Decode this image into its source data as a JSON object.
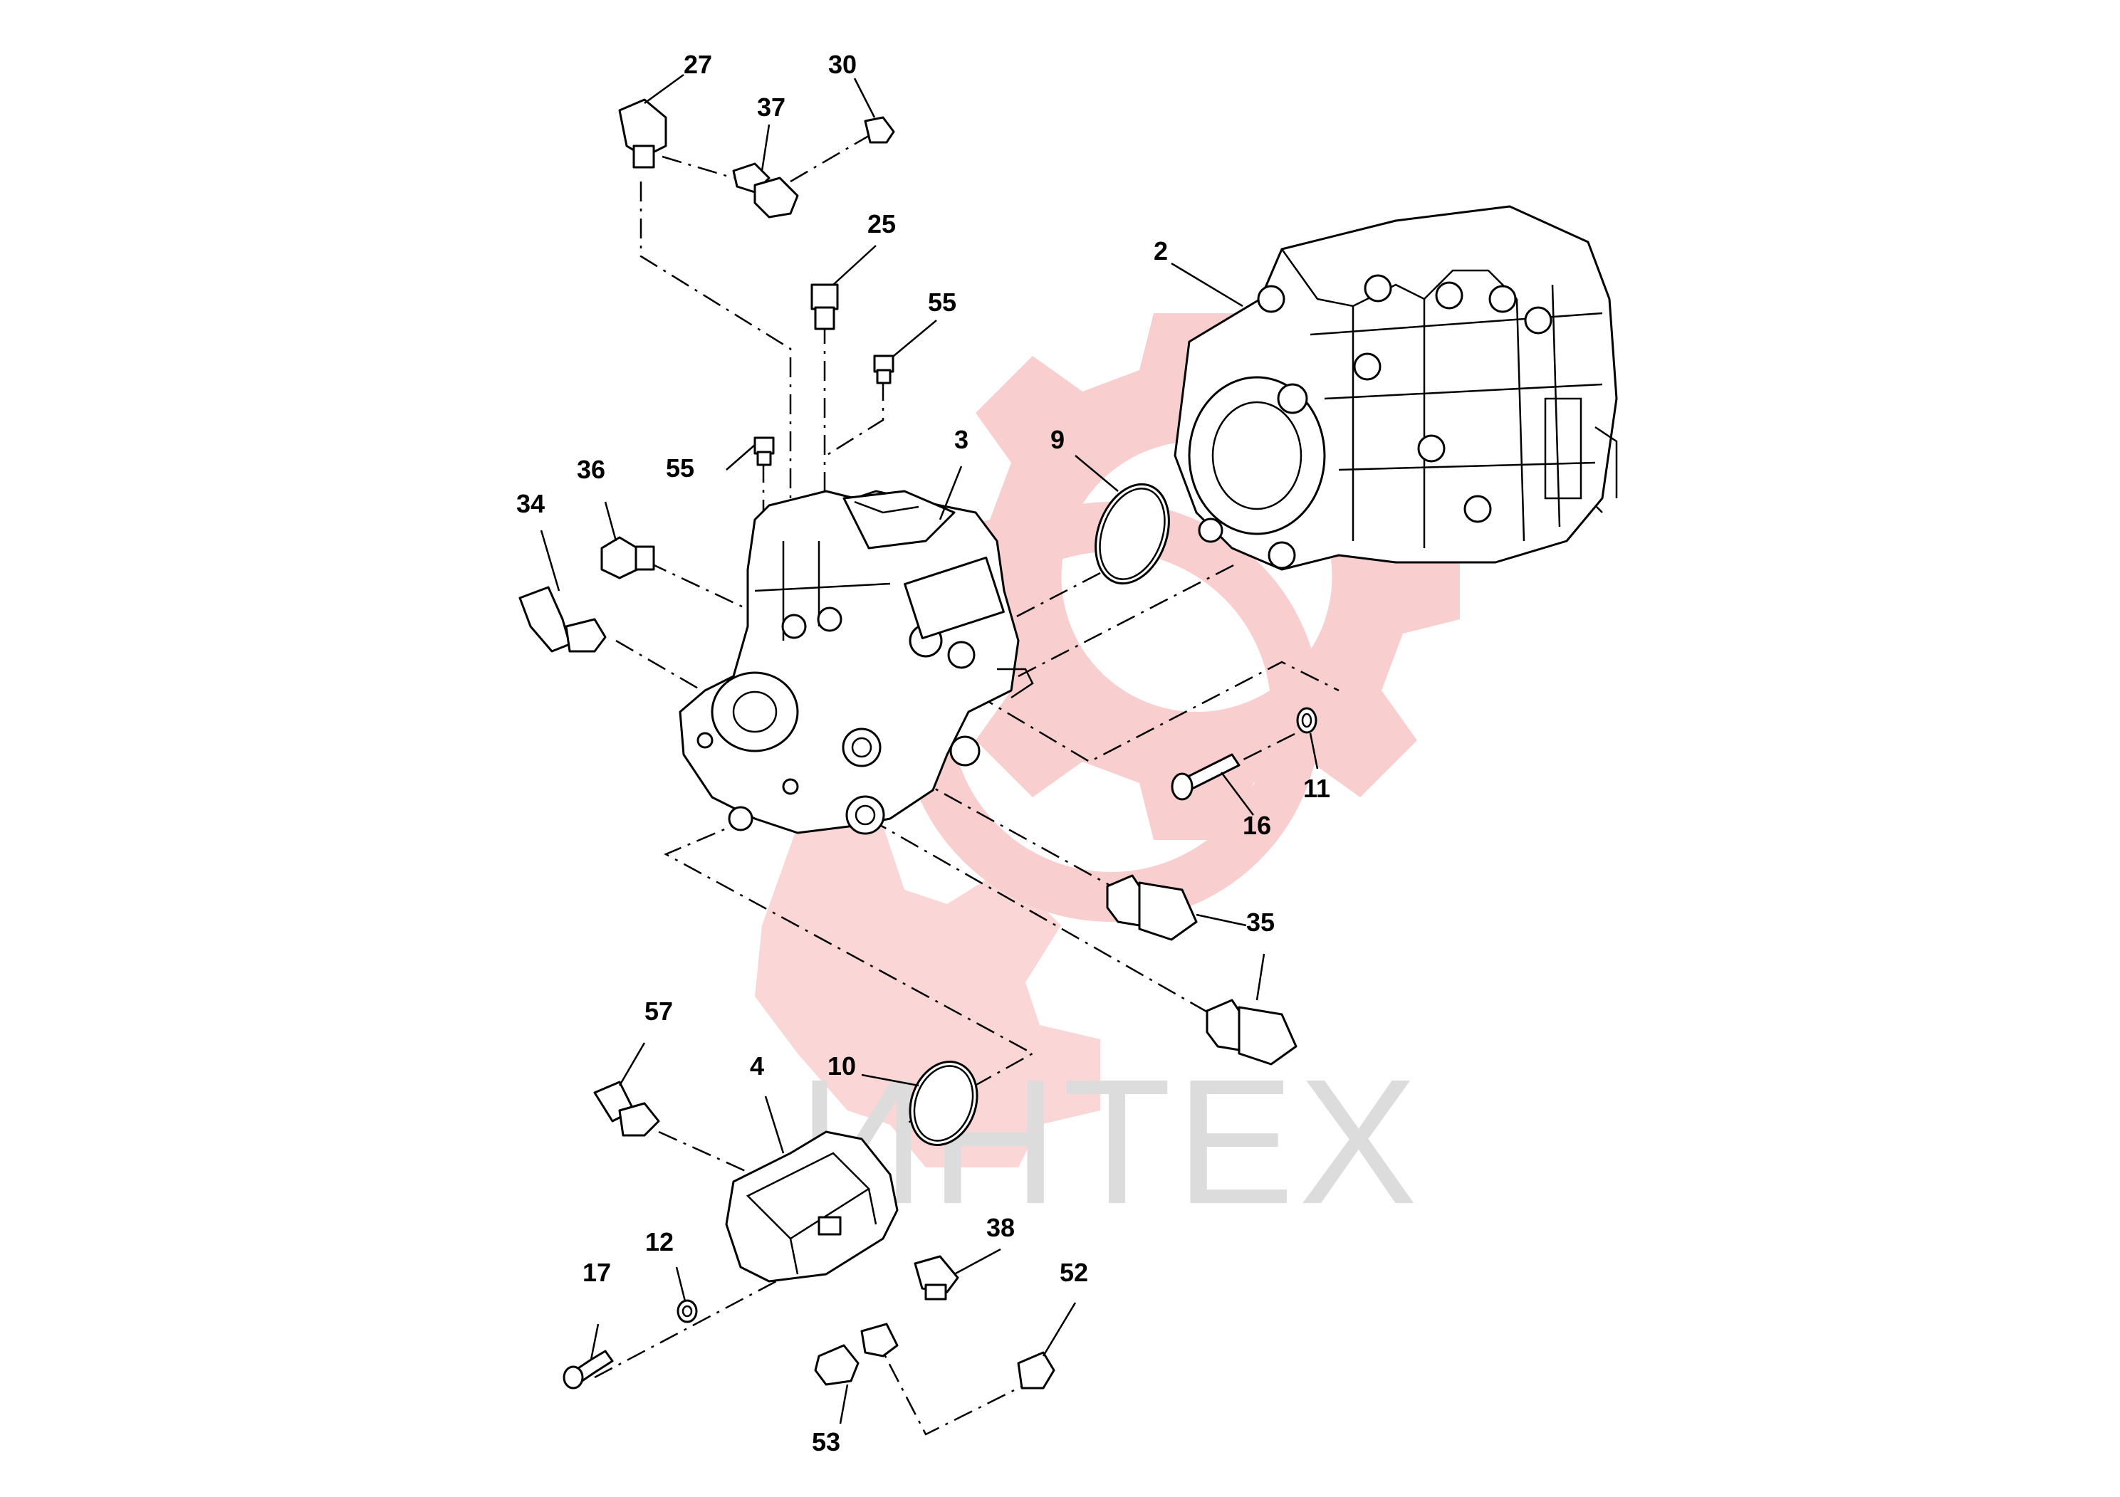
{
  "watermark": {
    "text": "ИНТЕХ",
    "gear_color": "#f8c9c9",
    "text_color": "#dcdcdc"
  },
  "callouts": {
    "c2": "2",
    "c3": "3",
    "c4": "4",
    "c9": "9",
    "c10": "10",
    "c11": "11",
    "c12": "12",
    "c16": "16",
    "c17": "17",
    "c25": "25",
    "c27": "27",
    "c30": "30",
    "c34": "34",
    "c35": "35",
    "c36": "36",
    "c37": "37",
    "c38": "38",
    "c52": "52",
    "c53": "53",
    "c55a": "55",
    "c55b": "55",
    "c57": "57"
  },
  "colors": {
    "line": "#000000",
    "background": "#ffffff"
  }
}
